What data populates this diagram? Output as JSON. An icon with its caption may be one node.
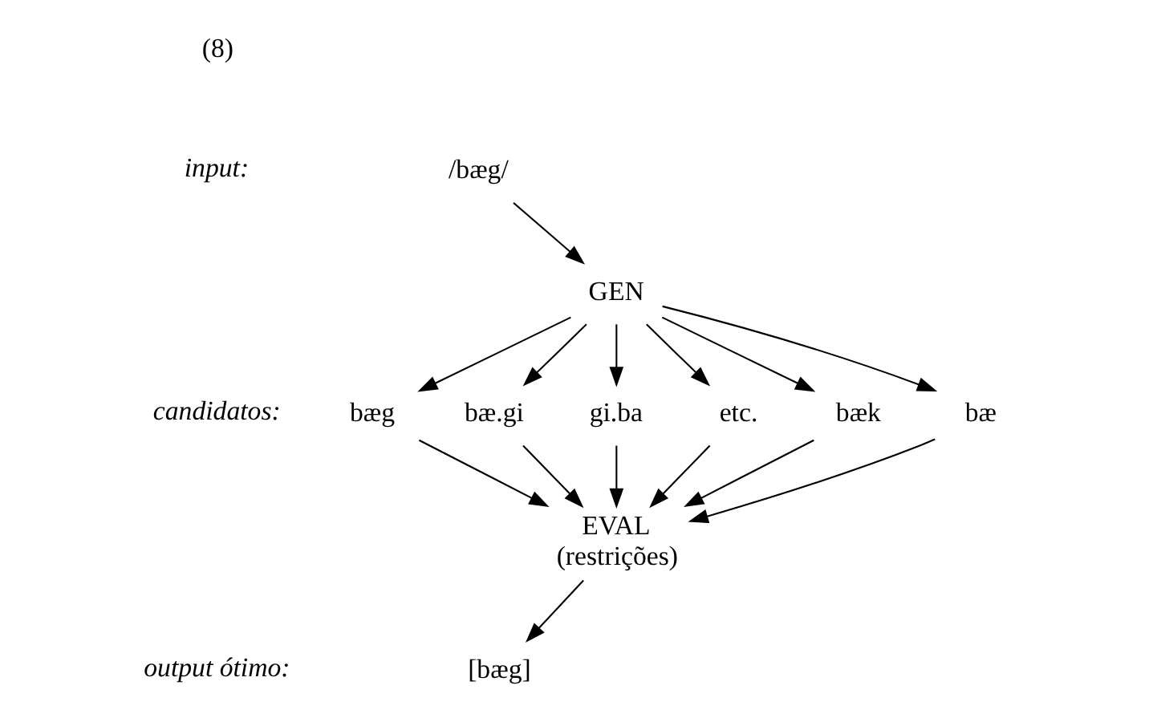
{
  "diagram": {
    "nodes": [
      {
        "text": [
          "/bæg/"
        ]
      },
      {
        "text": [
          "GEN"
        ]
      },
      {
        "text": [
          "bæk"
        ]
      },
      {
        "text": [
          "bæ"
        ]
      },
      {
        "text": [
          "bæg"
        ]
      },
      {
        "text": [
          "bæ.gi"
        ]
      },
      {
        "text": [
          "gi.ba"
        ]
      },
      {
        "text": [
          "etc."
        ]
      },
      {
        "text": [
          "EVAL",
          "(restrições)"
        ]
      },
      {
        "text": [
          "[bæg]"
        ]
      }
    ],
    "edges": [
      {
        "from": 0,
        "to": 1,
        "arrow": "to"
      },
      {
        "from": 1,
        "to": 2,
        "arrow": "to"
      },
      {
        "from": 1,
        "to": 3,
        "arrow": "to"
      },
      {
        "from": 1,
        "to": 4,
        "arrow": "to"
      },
      {
        "from": 1,
        "to": 5,
        "arrow": "to"
      },
      {
        "from": 1,
        "to": 6,
        "arrow": "to"
      },
      {
        "from": 1,
        "to": 7,
        "arrow": "to"
      },
      {
        "from": 2,
        "to": 8,
        "arrow": "to"
      },
      {
        "from": 3,
        "to": 8,
        "arrow": "to"
      },
      {
        "from": 4,
        "to": 8,
        "arrow": "to"
      },
      {
        "from": 5,
        "to": 8,
        "arrow": "to"
      },
      {
        "from": 6,
        "to": 8,
        "arrow": "to"
      },
      {
        "from": 7,
        "to": 8,
        "arrow": "to"
      },
      {
        "from": 8,
        "to": 9,
        "arrow": "to"
      }
    ],
    "labels": [
      "(8)",
      "input:",
      "candidatos:",
      "output ótimo:"
    ]
  }
}
